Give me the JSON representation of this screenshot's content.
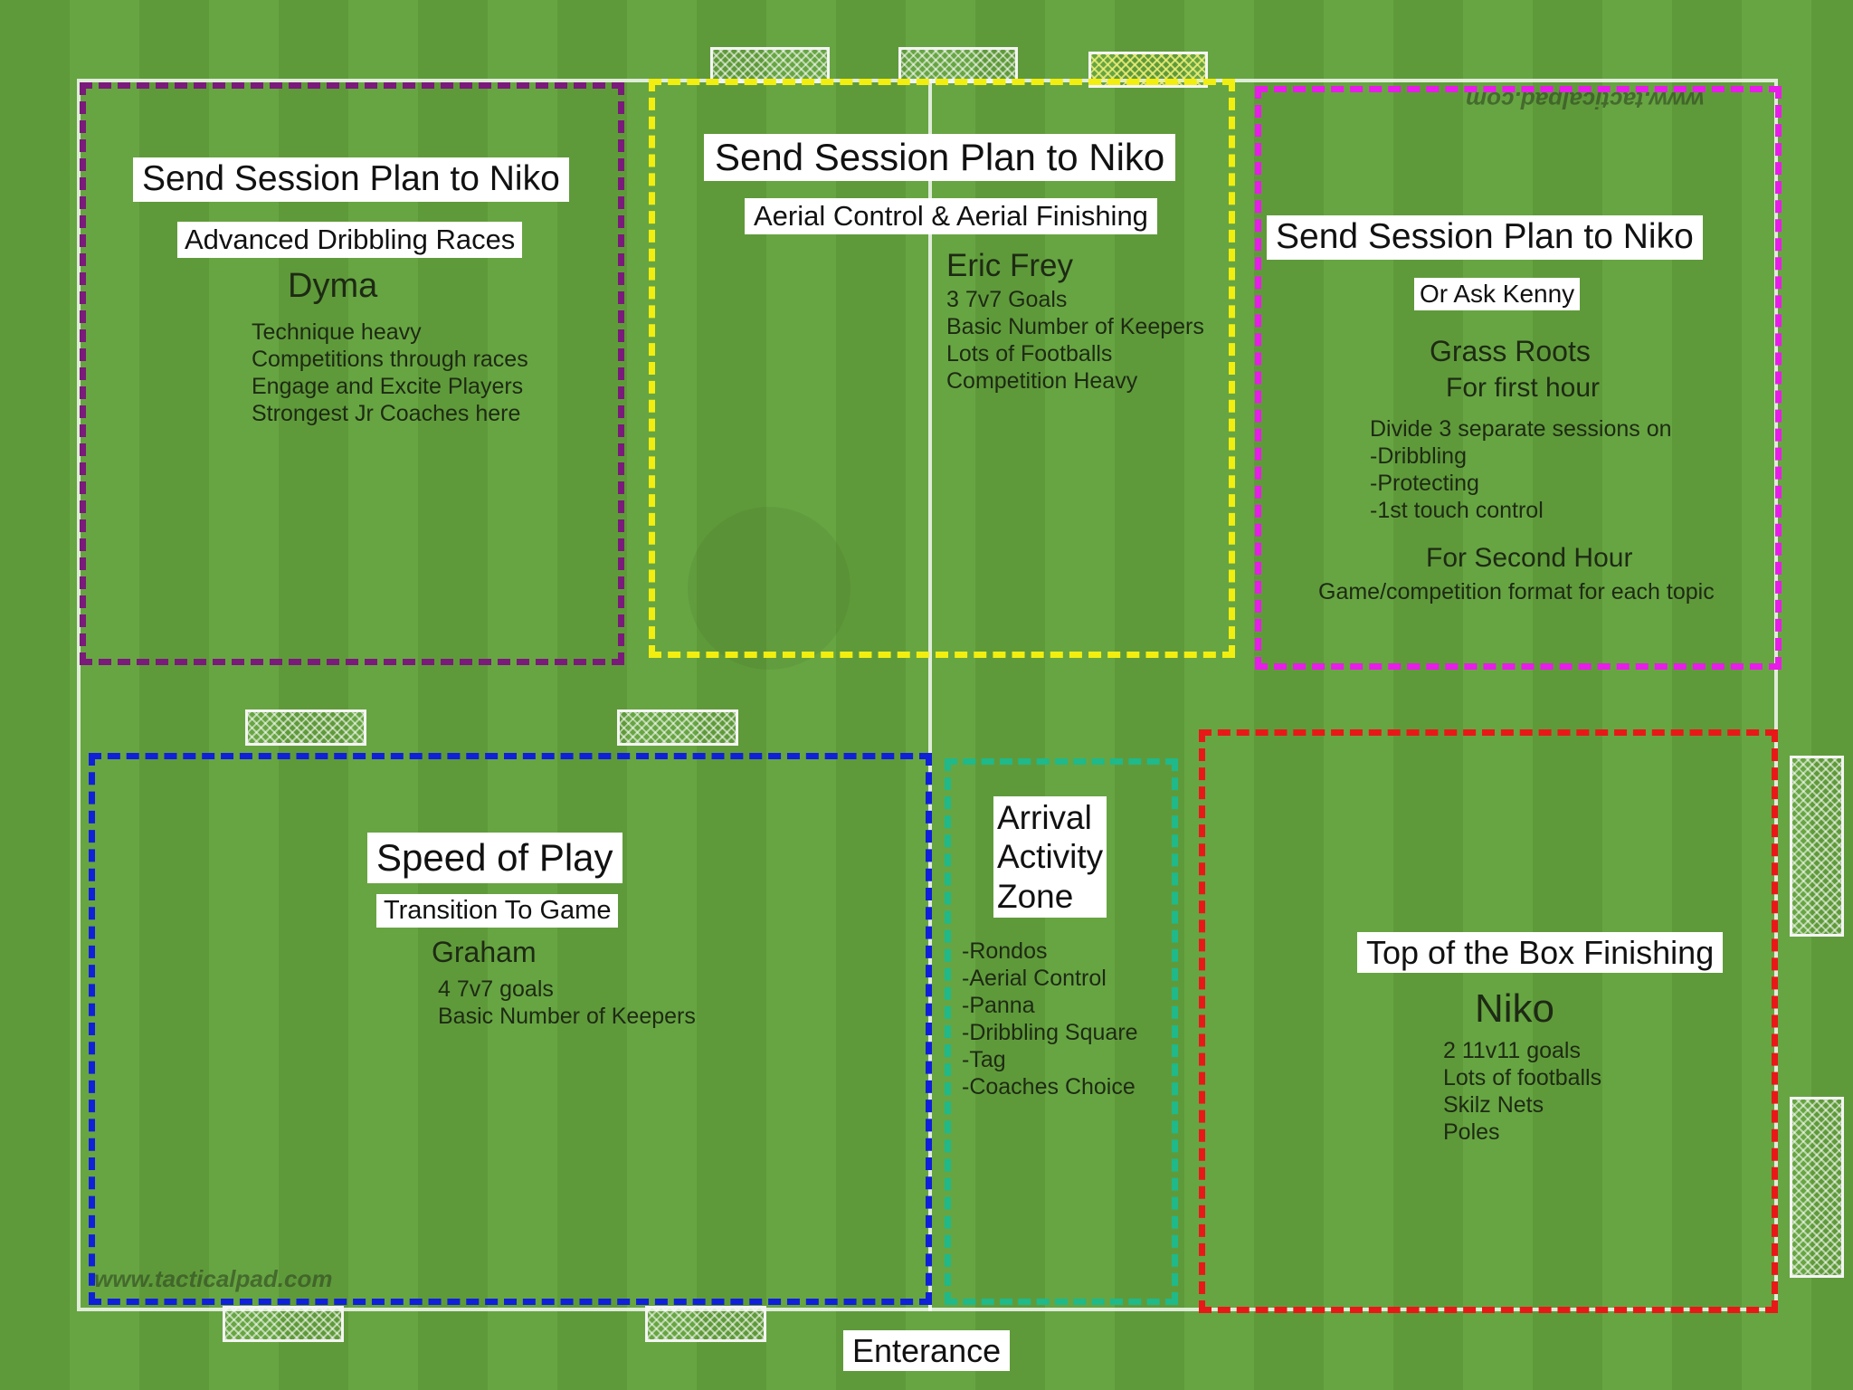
{
  "zones": {
    "purple": {
      "color": "#7a1a7a",
      "title": "Send Session Plan to Niko",
      "subtitle": "Advanced Dribbling Races",
      "coach": "Dyma",
      "lines": [
        "Technique heavy",
        "Competitions through races",
        "Engage and Excite Players",
        "Strongest Jr Coaches here"
      ]
    },
    "yellow": {
      "color": "#f2ee10",
      "title": "Send Session Plan to Niko",
      "subtitle": "Aerial Control & Aerial Finishing",
      "coach": "Eric Frey",
      "lines": [
        "3 7v7 Goals",
        "Basic Number of Keepers",
        "Lots of Footballs",
        "Competition Heavy"
      ]
    },
    "magenta": {
      "color": "#e81ce8",
      "title": "Send Session Plan to Niko",
      "subtitle": "Or Ask Kenny",
      "heading": "Grass Roots",
      "subheading": "For first hour",
      "lines": [
        "Divide 3 separate sessions on",
        "-Dribbling",
        "-Protecting",
        "-1st touch control"
      ],
      "second_heading": "For Second Hour",
      "second_line": "Game/competition format for each topic"
    },
    "blue": {
      "color": "#1020d8",
      "title": "Speed of Play",
      "subtitle": "Transition To Game",
      "coach": "Graham",
      "lines": [
        "4 7v7 goals",
        "Basic Number of Keepers"
      ]
    },
    "teal": {
      "color": "#1fb98a",
      "title_lines": [
        "Arrival",
        "Activity",
        "Zone"
      ],
      "lines": [
        "-Rondos",
        "-Aerial Control",
        "-Panna",
        "-Dribbling Square",
        "-Tag",
        "-Coaches Choice"
      ]
    },
    "red": {
      "color": "#e81818",
      "title": "Top of the Box Finishing",
      "coach": "Niko",
      "lines": [
        "2 11v11 goals",
        "Lots of footballs",
        "Skilz Nets",
        "Poles"
      ]
    }
  },
  "entrance_label": "Enterance",
  "watermark_bottom": "www.tacticalpad.com",
  "watermark_top": "www.tacticalpad.com"
}
